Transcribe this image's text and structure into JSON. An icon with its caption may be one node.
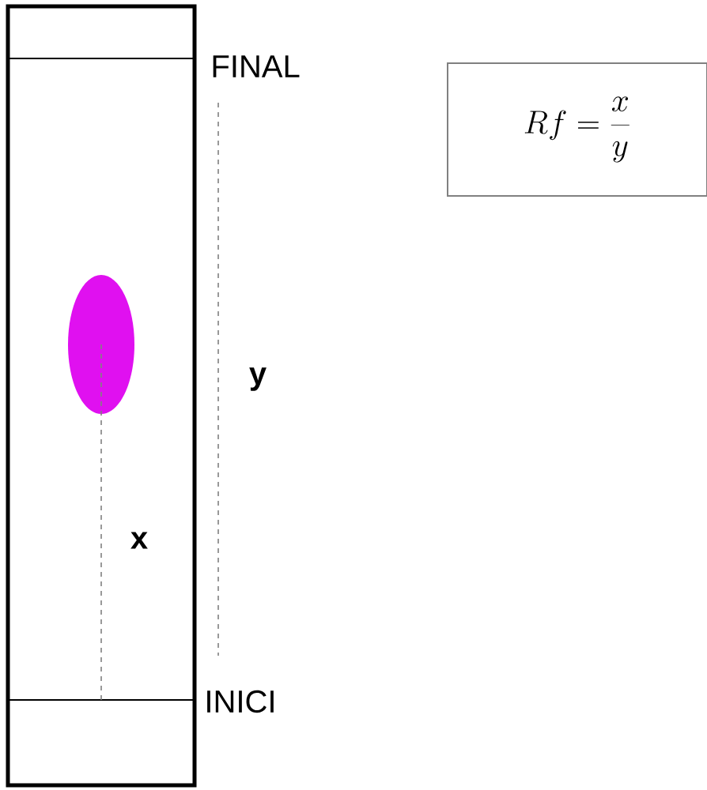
{
  "diagram": {
    "nodes": [
      {
        "text": [
          "Rf = \\frac{x}{y}"
        ]
      }
    ],
    "edges": [],
    "labels": [
      "FINAL",
      "y",
      "x",
      "INICI"
    ]
  }
}
